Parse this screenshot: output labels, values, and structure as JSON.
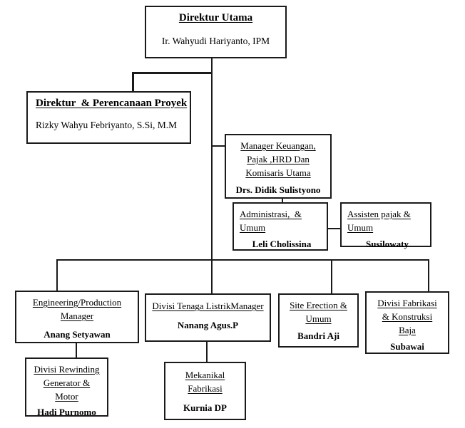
{
  "chart": {
    "type": "org-chart",
    "colors": {
      "background": "#ffffff",
      "box_border": "#1a1a1a",
      "text": "#000000",
      "connector": "#1a1a1a"
    },
    "boxes": {
      "direktur_utama": {
        "title_lines": [
          "Direktur Utama"
        ],
        "name": "Ir. Wahyudi Hariyanto, IPM"
      },
      "direktur_perencanaan": {
        "title_lines": [
          "Direktur  & Perencanaan Proyek"
        ],
        "name": "Rizky Wahyu Febriyanto, S.Si, M.M"
      },
      "manager_keuangan": {
        "title_lines": [
          "Manager Keuangan,",
          "Pajak ,HRD Dan",
          "Komisaris Utama"
        ],
        "name": "Drs. Didik Sulistyono"
      },
      "administrasi_umum": {
        "title_lines": [
          "Administrasi,  &",
          "Umum"
        ],
        "name": "Leli Cholissina"
      },
      "assisten_pajak": {
        "title_lines": [
          "Assisten pajak &",
          "Umum"
        ],
        "name": "Susilowaty"
      },
      "engineering_production": {
        "title_lines": [
          "Engineering/Production",
          "Manager"
        ],
        "name": "Anang Setyawan"
      },
      "divisi_tenaga_listrik": {
        "title_lines": [
          "Divisi Tenaga ListrikManager"
        ],
        "name": "Nanang Agus.P"
      },
      "site_erection": {
        "title_lines": [
          "Site Erection &",
          "Umum"
        ],
        "name": "Bandri Aji"
      },
      "divisi_fabrikasi": {
        "title_lines": [
          "Divisi Fabrikasi",
          "& Konstruksi",
          "Baja"
        ],
        "name": "Subawai"
      },
      "divisi_rewinding": {
        "title_lines": [
          "Divisi Rewinding",
          "Generator &",
          "Motor"
        ],
        "name": "Hadi Purnomo"
      },
      "mekanikal_fabrikasi": {
        "title_lines": [
          "Mekanikal",
          "Fabrikasi"
        ],
        "name": "Kurnia DP"
      }
    }
  }
}
